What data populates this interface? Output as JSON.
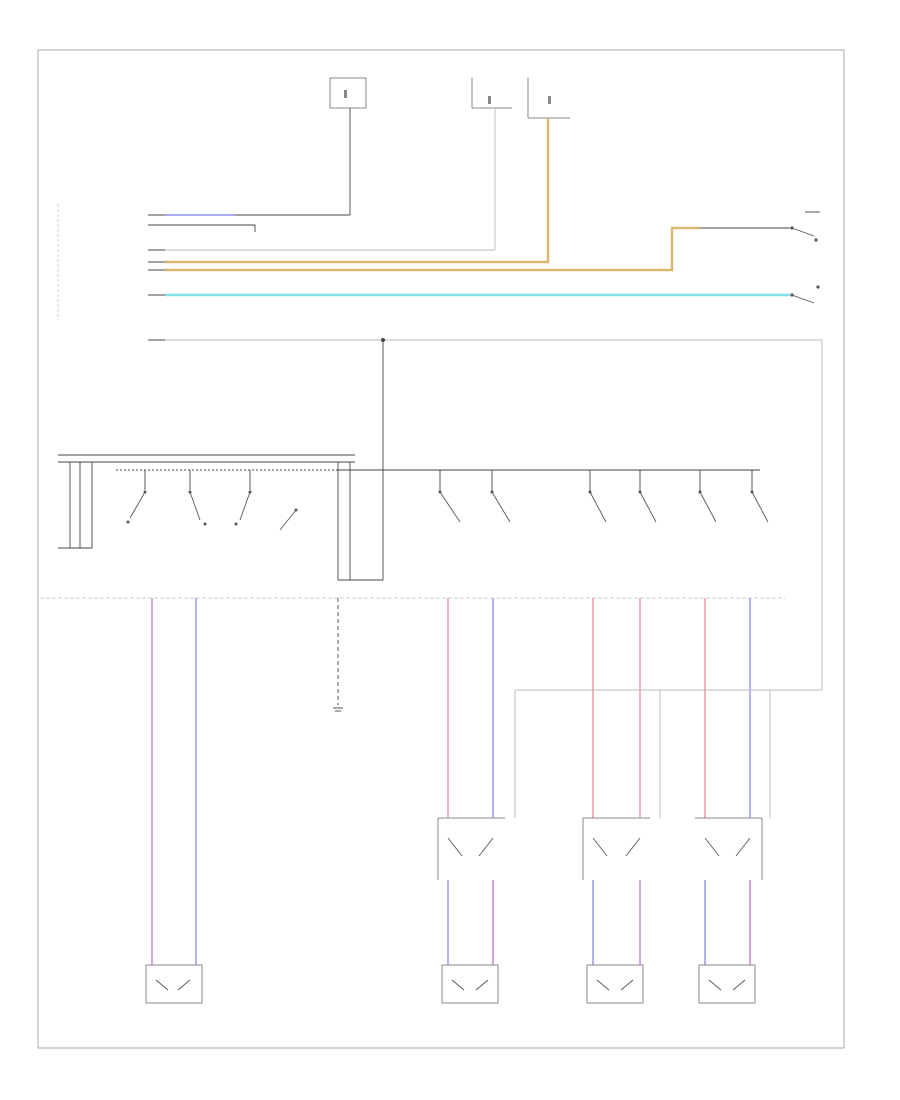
{
  "diagram": {
    "page_number": "",
    "colors": {
      "blue": "#8f8ff0",
      "yellow_orange": "#d9b870",
      "cyan": "#7fe0e8",
      "violet": "#c890d8",
      "red": "#f0a0a8",
      "purple_blue": "#a0a0f0",
      "wire": "#444444",
      "white_wire": "#bbbbbb"
    },
    "wires": [
      {
        "name": "wire-blue-top",
        "color": "blue"
      },
      {
        "name": "wire-yellow-upper",
        "color": "yellow_orange"
      },
      {
        "name": "wire-yellow-lower",
        "color": "yellow_orange"
      },
      {
        "name": "wire-cyan",
        "color": "cyan"
      },
      {
        "name": "wire-violet-left",
        "color": "violet"
      },
      {
        "name": "wire-blue-left",
        "color": "purple_blue"
      },
      {
        "name": "wire-red-1",
        "color": "red"
      },
      {
        "name": "wire-blue-1",
        "color": "purple_blue"
      },
      {
        "name": "wire-red-2",
        "color": "red"
      },
      {
        "name": "wire-red-3",
        "color": "red"
      },
      {
        "name": "wire-blue-3",
        "color": "purple_blue"
      }
    ],
    "labels": {
      "fuse1": "",
      "fuse2": "",
      "fuse3": "",
      "module": "",
      "switch_upper": "",
      "switch_lower": "",
      "sub_switch": "",
      "ground": "",
      "motor1": "",
      "motor2": "",
      "motor3": "",
      "motor4": "",
      "sw_rear1": "",
      "sw_rear2": "",
      "sw_rear3": ""
    }
  }
}
